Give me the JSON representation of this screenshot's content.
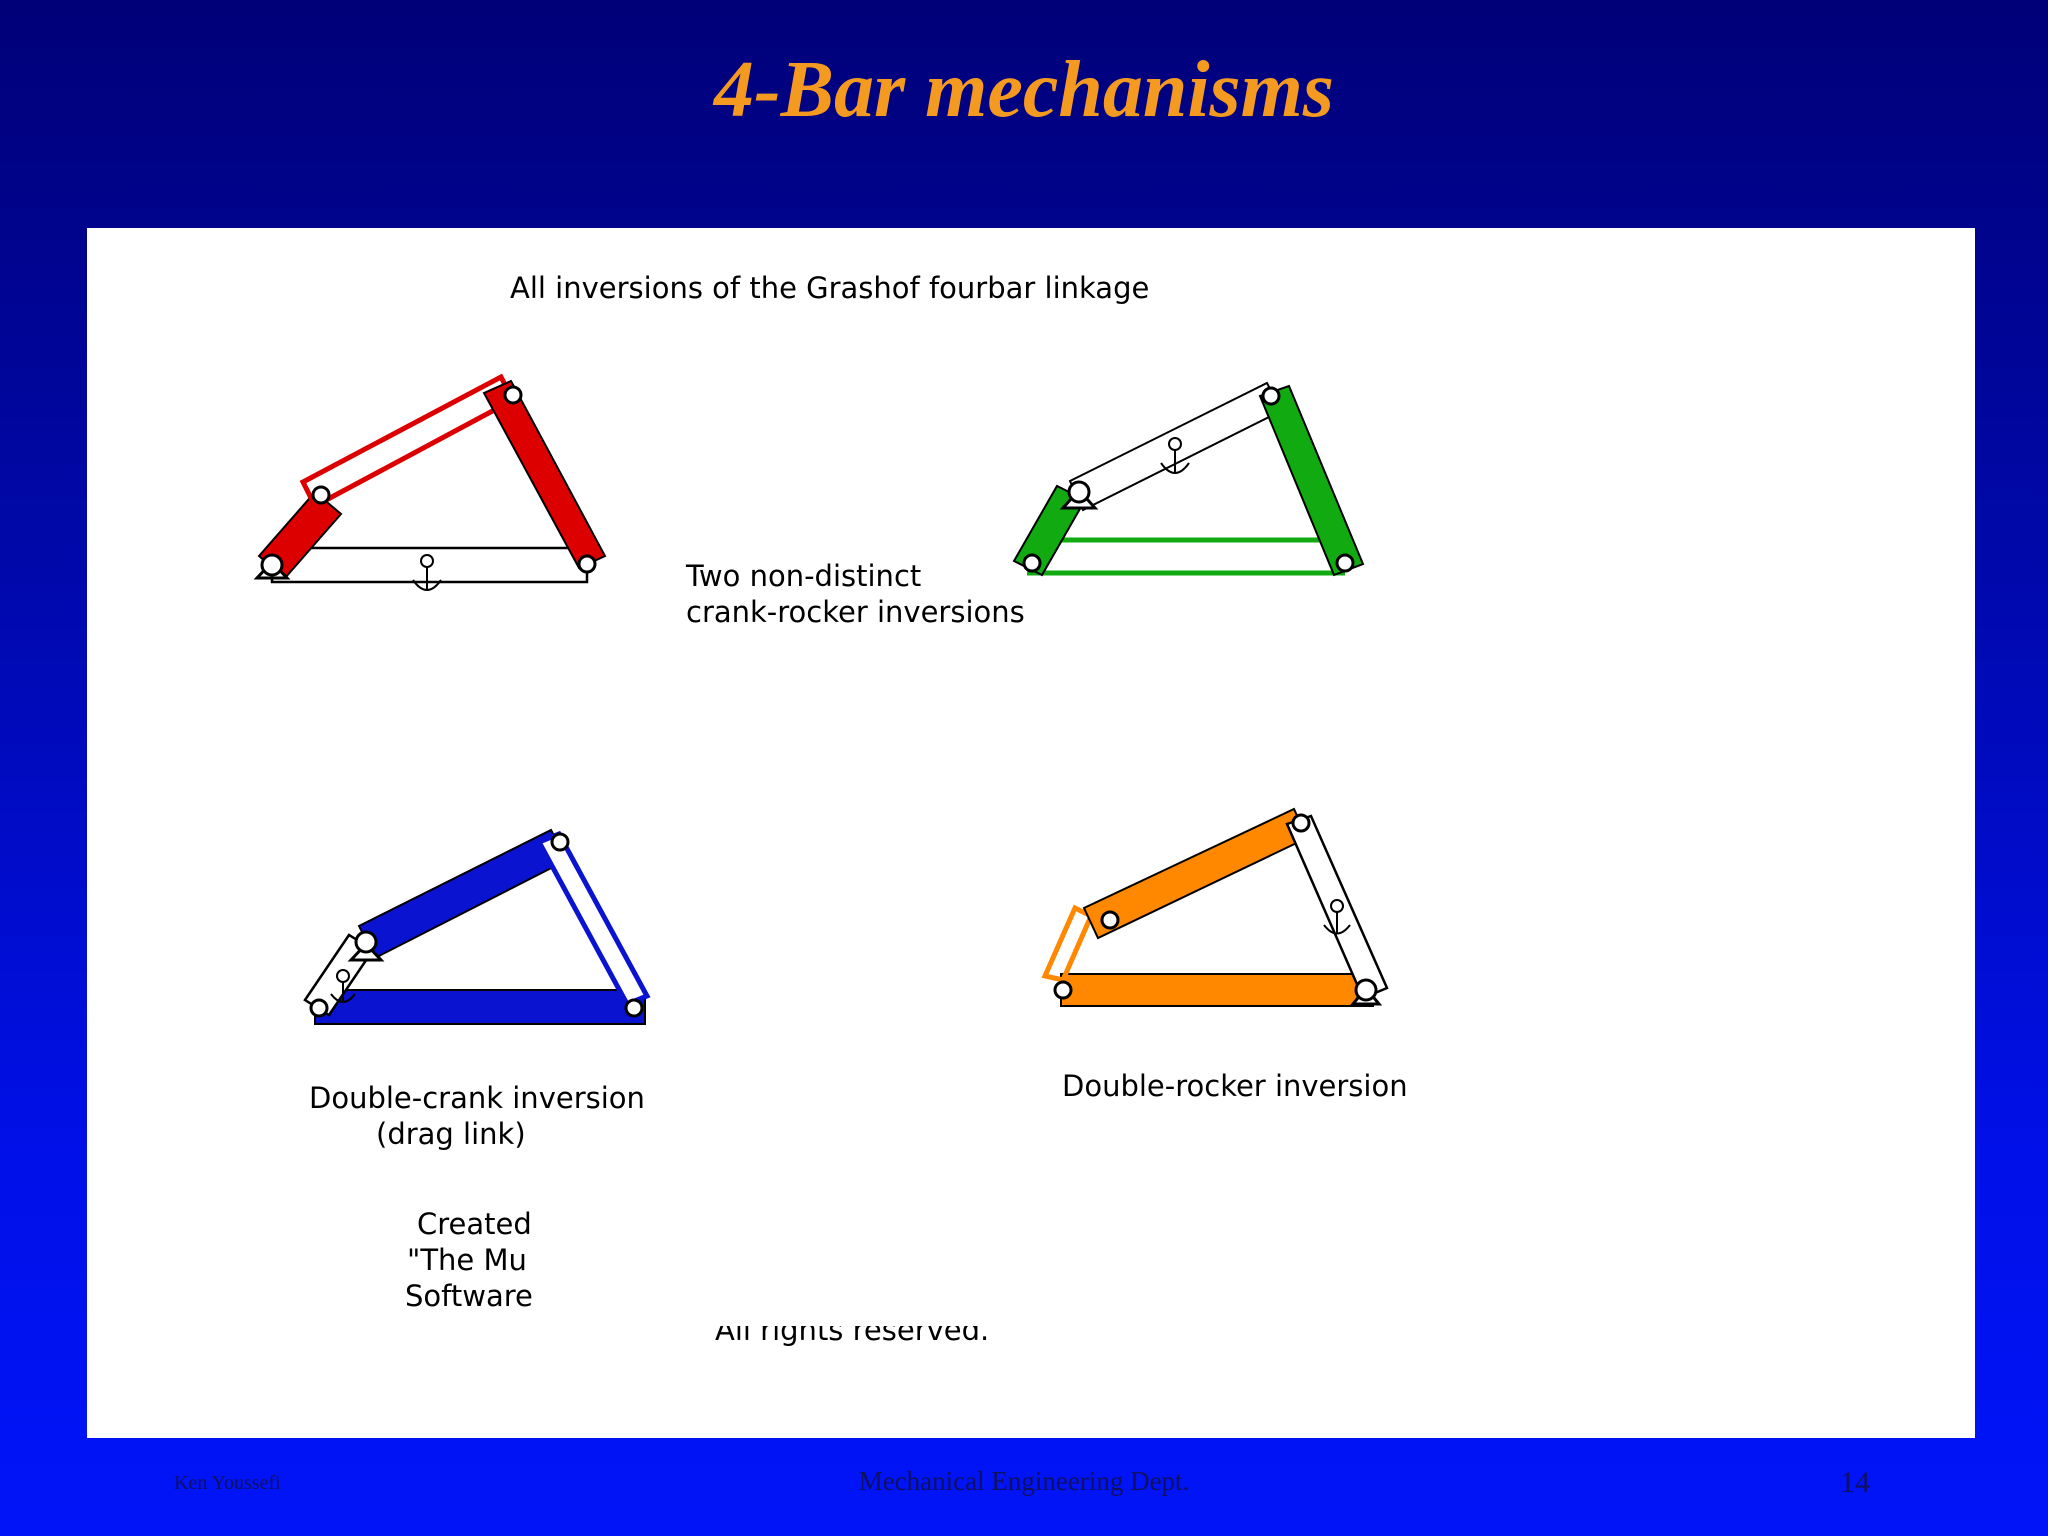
{
  "slide": {
    "title": "4-Bar mechanisms"
  },
  "figure": {
    "heading": "All inversions of the Grashof fourbar linkage",
    "crank_rocker_caption": [
      "Two non-distinct",
      "crank-rocker inversions"
    ],
    "double_crank_caption": [
      "Double-crank inversion",
      "(drag link)"
    ],
    "double_rocker_caption": "Double-rocker inversion",
    "credit_lines": [
      "Created",
      "\"The Mu",
      "Software"
    ],
    "rights": "All rights reserved.",
    "colors": {
      "red_linkage": "#dd0000",
      "green_linkage": "#11aa11",
      "blue_linkage": "#0a14d0",
      "orange_linkage": "#ff8800"
    }
  },
  "footer": {
    "author": "Ken Youssefi",
    "department": "Mechanical Engineering Dept.",
    "page_number": "14"
  }
}
